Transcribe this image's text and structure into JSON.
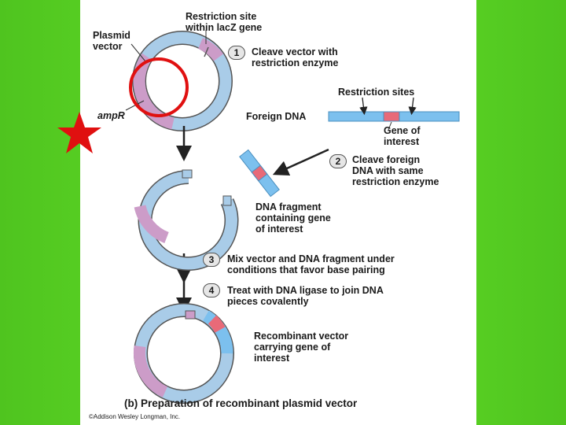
{
  "labels": {
    "plasmid_vector": [
      "Plasmid",
      "vector"
    ],
    "restriction_site": [
      "Restriction site",
      "within lacZ gene"
    ],
    "amp": "ampR",
    "foreign_dna": "Foreign DNA",
    "restriction_sites": "Restriction sites",
    "gene_of_interest": [
      "Gene of",
      "interest"
    ],
    "dna_fragment": [
      "DNA fragment",
      "containing gene",
      "of interest"
    ],
    "recombinant_vector": [
      "Recombinant vector",
      "carrying gene of",
      "interest"
    ],
    "panel_caption": "(b) Preparation of recombinant plasmid vector",
    "copyright": "©Addison Wesley Longman, Inc."
  },
  "steps": [
    {
      "num": "1",
      "lines": [
        "Cleave vector with",
        "restriction enzyme"
      ]
    },
    {
      "num": "2",
      "lines": [
        "Cleave foreign",
        "DNA with same",
        "restriction enzyme"
      ]
    },
    {
      "num": "3",
      "lines": [
        "Mix vector and DNA fragment under",
        "conditions that favor base pairing"
      ]
    },
    {
      "num": "4",
      "lines": [
        "Treat with DNA ligase to join DNA",
        "pieces covalently"
      ]
    }
  ],
  "colors": {
    "background": "#58d424",
    "dna_blue": "#a9cce8",
    "amp_pink": "#cc9cc8",
    "gene_red": "#e86a78",
    "foreign_blue": "#7cc0ee",
    "highlight_red": "#e01010"
  },
  "icons": [
    "star-icon",
    "arrow-down-icon"
  ]
}
